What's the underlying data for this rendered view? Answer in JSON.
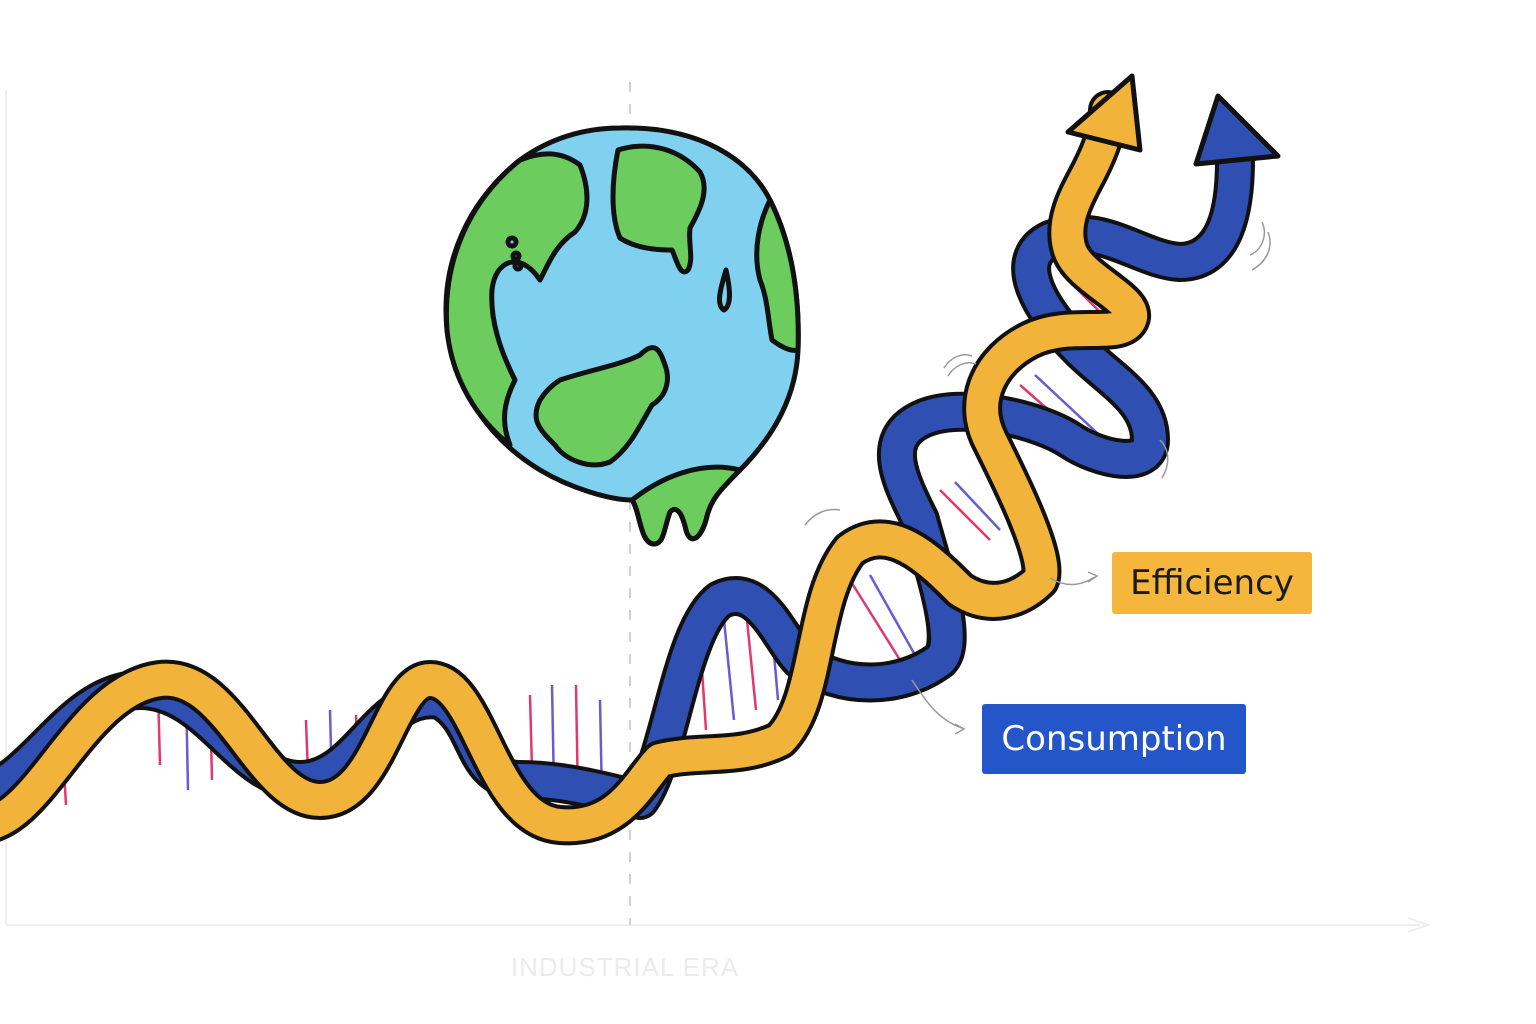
{
  "labels": {
    "efficiency": "Efficiency",
    "consumption": "Consumption",
    "era": "INDUSTRIAL ERA"
  },
  "colors": {
    "efficiency_strand": "#f2b33a",
    "consumption_strand": "#2f4fb3",
    "efficiency_box": "#f4b63c",
    "consumption_box": "#2456c9",
    "outline": "#111111",
    "rung_pink": "#e0396e",
    "rung_purple": "#6a5bd1",
    "globe_ocean": "#7fd1ef",
    "globe_land": "#6ccc5e",
    "axis": "#eeeeee",
    "divider": "#d2d2d2"
  },
  "icons": {
    "globe": "melting-earth-icon",
    "efficiency_arrow": "arrow-up-icon",
    "consumption_arrow": "arrow-up-icon"
  }
}
